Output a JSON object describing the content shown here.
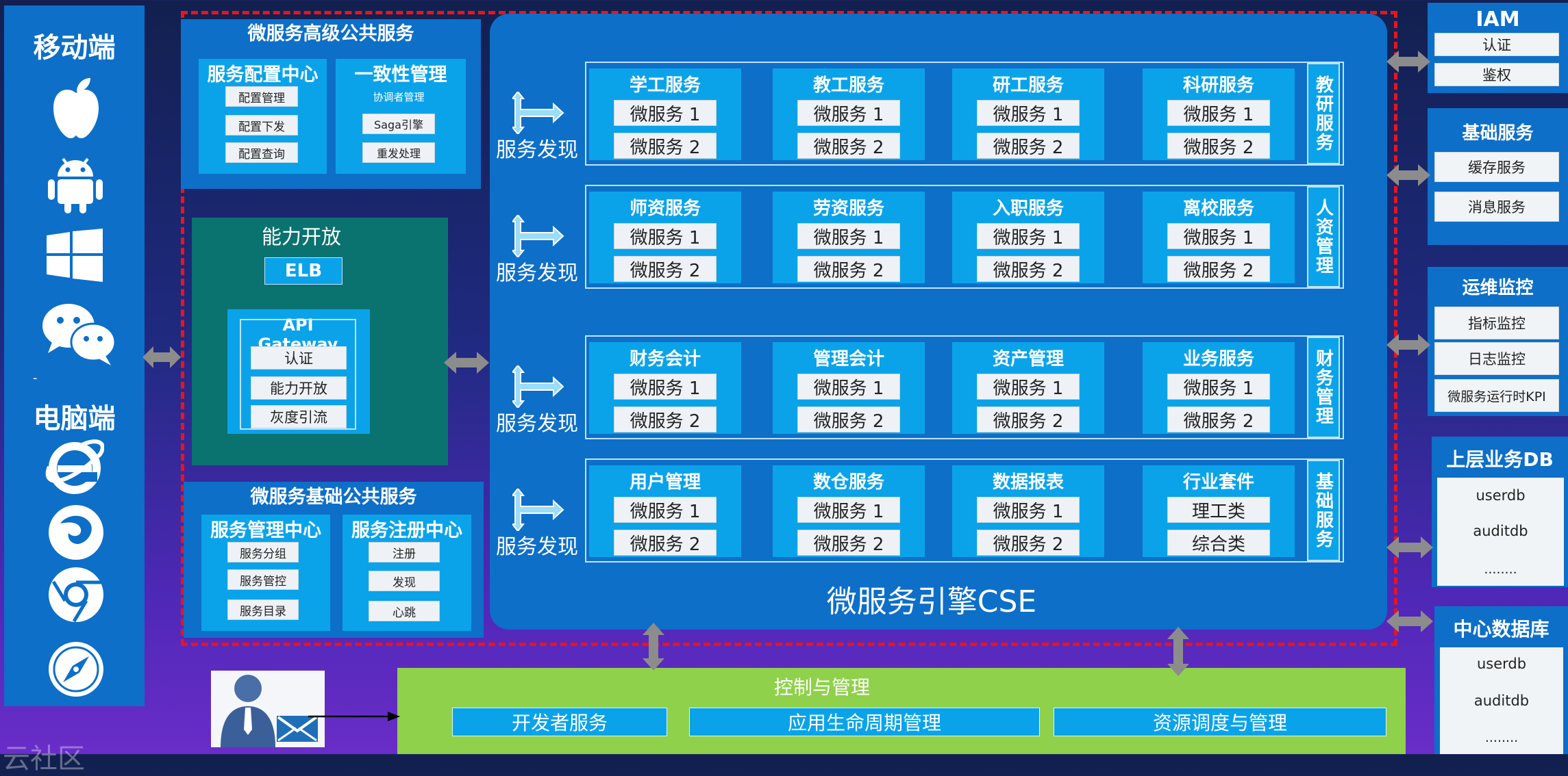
{
  "mobile": {
    "title": "移动端",
    "pc_title": "电脑端",
    "icons": [
      "apple-icon",
      "android-icon",
      "windows-icon",
      "wechat-icon",
      "ie-icon",
      "firefox-icon",
      "chrome-icon",
      "safari-icon"
    ],
    "dash": "-"
  },
  "advanced": {
    "title": "微服务高级公共服务",
    "config": {
      "title": "服务配置中心",
      "items": [
        "配置管理",
        "配置下发",
        "配置查询"
      ]
    },
    "consistency": {
      "title": "一致性管理",
      "items": [
        "协调者管理",
        "Saga引擎",
        "重发处理"
      ]
    }
  },
  "open": {
    "title": "能力开放",
    "elb": "ELB",
    "gateway": {
      "title": "API Gateway",
      "items": [
        "认证",
        "能力开放",
        "灰度引流"
      ]
    }
  },
  "basic": {
    "title": "微服务基础公共服务",
    "mgmt": {
      "title": "服务管理中心",
      "items": [
        "服务分组",
        "服务管控",
        "服务目录"
      ]
    },
    "reg": {
      "title": "服务注册中心",
      "items": [
        "注册",
        "发现",
        "心跳"
      ]
    }
  },
  "cse": {
    "title": "微服务引擎CSE",
    "discover": "服务发现",
    "rows": [
      {
        "tag": "教研服务",
        "services": [
          {
            "name": "学工服务",
            "items": [
              "微服务 1",
              "微服务 2"
            ]
          },
          {
            "name": "教工服务",
            "items": [
              "微服务 1",
              "微服务 2"
            ]
          },
          {
            "name": "研工服务",
            "items": [
              "微服务 1",
              "微服务 2"
            ]
          },
          {
            "name": "科研服务",
            "items": [
              "微服务 1",
              "微服务 2"
            ]
          }
        ]
      },
      {
        "tag": "人资管理",
        "services": [
          {
            "name": "师资服务",
            "items": [
              "微服务 1",
              "微服务 2"
            ]
          },
          {
            "name": "劳资服务",
            "items": [
              "微服务 1",
              "微服务 2"
            ]
          },
          {
            "name": "入职服务",
            "items": [
              "微服务 1",
              "微服务 2"
            ]
          },
          {
            "name": "离校服务",
            "items": [
              "微服务 1",
              "微服务 2"
            ]
          }
        ]
      },
      {
        "tag": "财务管理",
        "services": [
          {
            "name": "财务会计",
            "items": [
              "微服务 1",
              "微服务 2"
            ]
          },
          {
            "name": "管理会计",
            "items": [
              "微服务 1",
              "微服务 2"
            ]
          },
          {
            "name": "资产管理",
            "items": [
              "微服务 1",
              "微服务 2"
            ]
          },
          {
            "name": "业务服务",
            "items": [
              "微服务 1",
              "微服务 2"
            ]
          }
        ]
      },
      {
        "tag": "基础服务",
        "services": [
          {
            "name": "用户管理",
            "items": [
              "微服务 1",
              "微服务 2"
            ]
          },
          {
            "name": "数仓服务",
            "items": [
              "微服务 1",
              "微服务 2"
            ]
          },
          {
            "name": "数据报表",
            "items": [
              "微服务 1",
              "微服务 2"
            ]
          },
          {
            "name": "行业套件",
            "items": [
              "理工类",
              "综合类"
            ]
          }
        ]
      }
    ]
  },
  "iam": {
    "title": "IAM",
    "items": [
      "认证",
      "鉴权"
    ]
  },
  "base_svc": {
    "title": "基础服务",
    "items": [
      "缓存服务",
      "消息服务"
    ]
  },
  "ops": {
    "title": "运维监控",
    "items": [
      "指标监控",
      "日志监控",
      "微服务运行时KPI"
    ]
  },
  "upper_db": {
    "title": "上层业务DB",
    "items": [
      "userdb",
      "auditdb",
      "........"
    ]
  },
  "center_db": {
    "title": "中心数据库",
    "items": [
      "userdb",
      "auditdb",
      "........"
    ]
  },
  "control": {
    "title": "控制与管理",
    "items": [
      "开发者服务",
      "应用生命周期管理",
      "资源调度与管理"
    ]
  },
  "watermark": "云社区"
}
